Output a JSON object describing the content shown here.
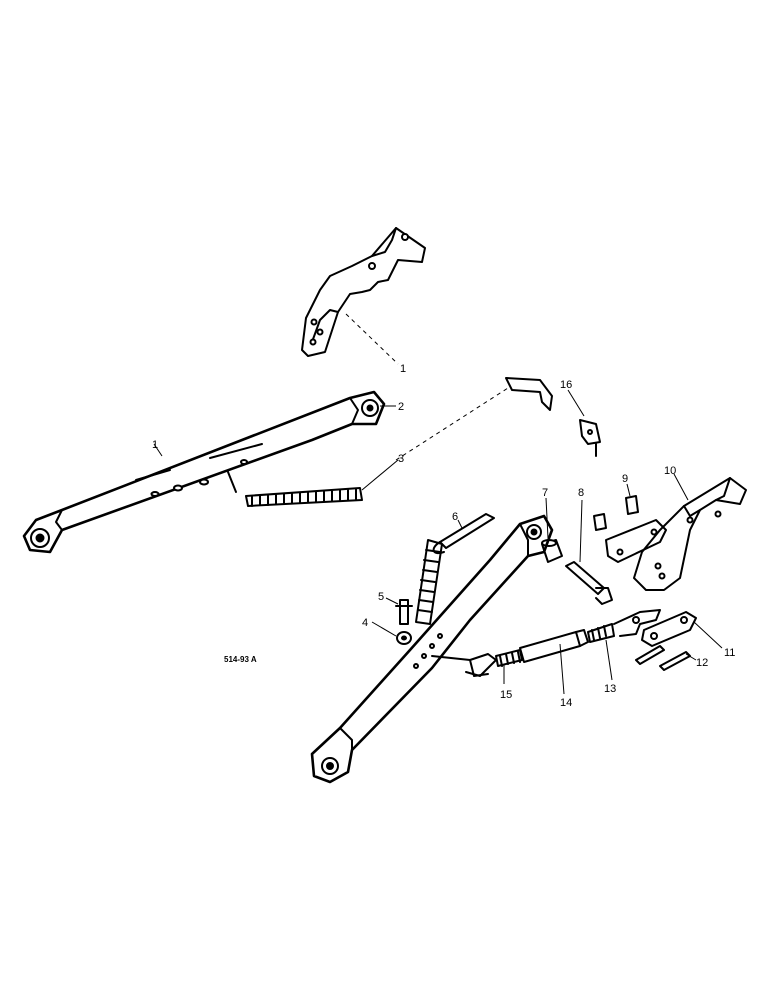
{
  "reference_code": "514-93 A",
  "callouts": [
    {
      "id": "1",
      "label": "1"
    },
    {
      "id": "1b",
      "label": "1"
    },
    {
      "id": "2",
      "label": "2"
    },
    {
      "id": "3",
      "label": "3"
    },
    {
      "id": "4",
      "label": "4"
    },
    {
      "id": "5",
      "label": "5"
    },
    {
      "id": "6",
      "label": "6"
    },
    {
      "id": "7",
      "label": "7"
    },
    {
      "id": "8",
      "label": "8"
    },
    {
      "id": "9",
      "label": "9"
    },
    {
      "id": "10",
      "label": "10"
    },
    {
      "id": "11",
      "label": "11"
    },
    {
      "id": "12",
      "label": "12"
    },
    {
      "id": "13",
      "label": "13"
    },
    {
      "id": "14",
      "label": "14"
    },
    {
      "id": "15",
      "label": "15"
    },
    {
      "id": "16",
      "label": "16"
    }
  ]
}
